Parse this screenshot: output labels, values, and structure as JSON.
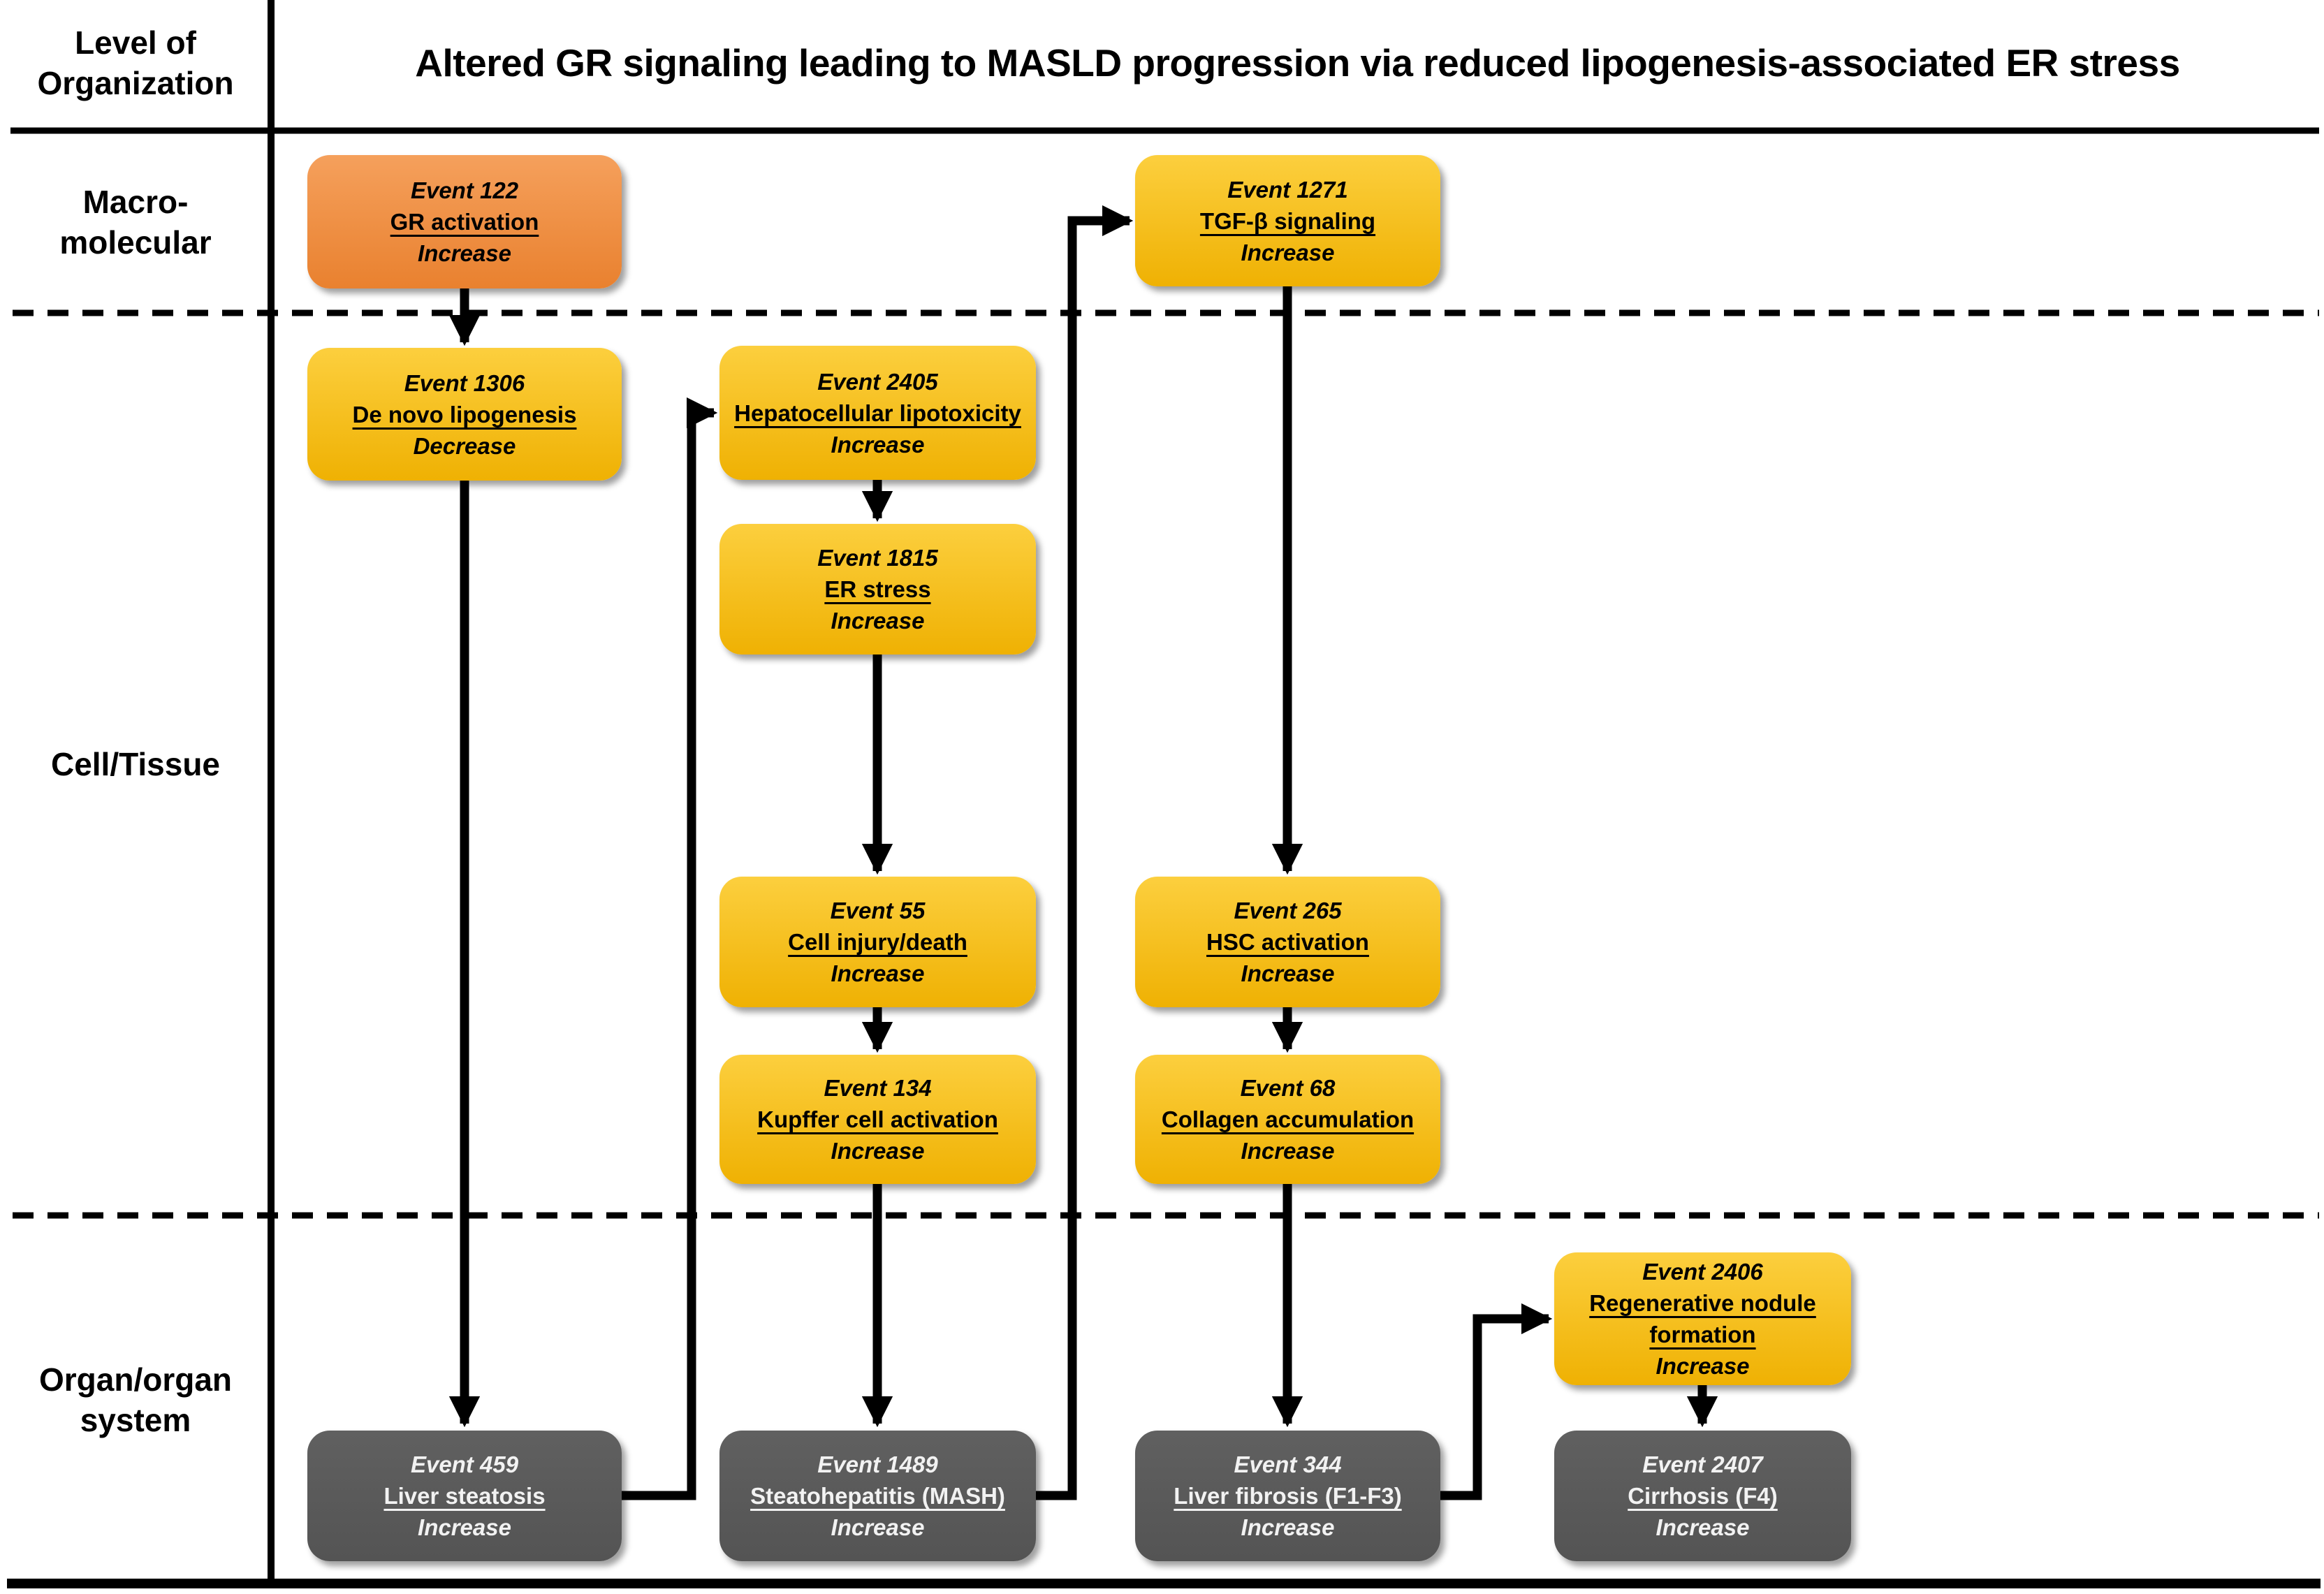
{
  "header": {
    "level_column_line1": "Level of",
    "level_column_line2": "Organization",
    "title": "Altered GR signaling leading to MASLD progression via reduced lipogenesis-associated ER stress"
  },
  "levels": [
    {
      "line1": "Macro-",
      "line2": "molecular"
    },
    {
      "line1": "Cell/Tissue",
      "line2": ""
    },
    {
      "line1": "Organ/organ",
      "line2": "system"
    }
  ],
  "events": [
    {
      "id": "Event 122",
      "name": "GR activation",
      "direction": "Increase",
      "type": "molecular-initiating-event",
      "level": "Macro-molecular"
    },
    {
      "id": "Event 1306",
      "name": "De novo lipogenesis",
      "direction": "Decrease",
      "type": "key-event",
      "level": "Cell/Tissue"
    },
    {
      "id": "Event 2405",
      "name": "Hepatocellular lipotoxicity",
      "direction": "Increase",
      "type": "key-event",
      "level": "Cell/Tissue"
    },
    {
      "id": "Event 1815",
      "name": "ER stress",
      "direction": "Increase",
      "type": "key-event",
      "level": "Cell/Tissue"
    },
    {
      "id": "Event 55",
      "name": "Cell injury/death",
      "direction": "Increase",
      "type": "key-event",
      "level": "Cell/Tissue"
    },
    {
      "id": "Event 134",
      "name": "Kupffer cell activation",
      "direction": "Increase",
      "type": "key-event",
      "level": "Cell/Tissue"
    },
    {
      "id": "Event 1271",
      "name": "TGF-β signaling",
      "direction": "Increase",
      "type": "key-event",
      "level": "Macro-molecular"
    },
    {
      "id": "Event 265",
      "name": "HSC activation",
      "direction": "Increase",
      "type": "key-event",
      "level": "Cell/Tissue"
    },
    {
      "id": "Event 68",
      "name": "Collagen accumulation",
      "direction": "Increase",
      "type": "key-event",
      "level": "Cell/Tissue"
    },
    {
      "id": "Event 2406",
      "name": "Regenerative nodule formation",
      "direction": "Increase",
      "type": "key-event",
      "level": "Organ/organ system"
    },
    {
      "id": "Event 459",
      "name": "Liver steatosis",
      "direction": "Increase",
      "type": "adverse-outcome",
      "level": "Organ/organ system"
    },
    {
      "id": "Event 1489",
      "name": "Steatohepatitis (MASH)",
      "direction": "Increase",
      "type": "adverse-outcome",
      "level": "Organ/organ system"
    },
    {
      "id": "Event 344",
      "name": "Liver fibrosis (F1-F3)",
      "direction": "Increase",
      "type": "adverse-outcome",
      "level": "Organ/organ system"
    },
    {
      "id": "Event 2407",
      "name": "Cirrhosis (F4)",
      "direction": "Increase",
      "type": "adverse-outcome",
      "level": "Organ/organ system"
    }
  ],
  "connections": [
    {
      "from": "Event 122",
      "to": "Event 1306"
    },
    {
      "from": "Event 1306",
      "to": "Event 459"
    },
    {
      "from": "Event 459",
      "to": "Event 2405"
    },
    {
      "from": "Event 2405",
      "to": "Event 1815"
    },
    {
      "from": "Event 1815",
      "to": "Event 55"
    },
    {
      "from": "Event 55",
      "to": "Event 134"
    },
    {
      "from": "Event 134",
      "to": "Event 1489"
    },
    {
      "from": "Event 1489",
      "to": "Event 1271"
    },
    {
      "from": "Event 1271",
      "to": "Event 265"
    },
    {
      "from": "Event 265",
      "to": "Event 68"
    },
    {
      "from": "Event 68",
      "to": "Event 344"
    },
    {
      "from": "Event 344",
      "to": "Event 2406"
    },
    {
      "from": "Event 2406",
      "to": "Event 2407"
    }
  ],
  "colors": {
    "mie_box_top": "#F5A05C",
    "mie_box_bottom": "#E9812F",
    "ke_box_top": "#FCCF3E",
    "ke_box_bottom": "#EFB103",
    "ao_box": "#595959",
    "ao_text": "#F2F2F2",
    "line": "#000000",
    "background": "#FFFFFF"
  }
}
